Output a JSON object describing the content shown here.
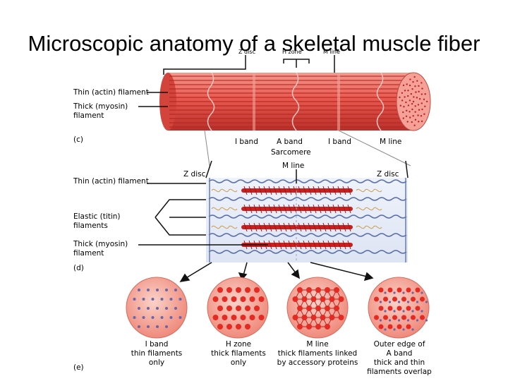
{
  "title": "Microscopic anatomy of a skeletal muscle fiber",
  "top_labels": {
    "z_disc": "Z disc",
    "h_zone": "H zone",
    "m_line": "M line"
  },
  "part_c": {
    "label": "(c)",
    "thin_filament": "Thin (actin) filament",
    "thick_filament": "Thick (myosin)\nfilament",
    "i_band_left": "I band",
    "a_band": "A band",
    "sarcomere": "Sarcomere",
    "i_band_right": "I band",
    "m_line": "M line"
  },
  "part_d": {
    "label": "(d)",
    "z_disc_left": "Z disc",
    "m_line": "M line",
    "z_disc_right": "Z disc",
    "thin_filament": "Thin (actin) filament",
    "elastic": "Elastic (titin)\nfilaments",
    "thick_filament": "Thick (myosin)\nfilament"
  },
  "part_e": {
    "label": "(e)",
    "captions": [
      "I band\nthin filaments\nonly",
      "H zone\nthick filaments\nonly",
      "M line\nthick filaments linked\nby accessory proteins",
      "Outer edge of\nA band\nthick and thin\nfilaments overlap"
    ]
  },
  "colors": {
    "muscle": "#e8584f",
    "myosin": "#c8201e",
    "actin": "#5a6fa8",
    "circle_fill": "#f3a596",
    "thick_dot": "#e32b23",
    "thin_dot": "#6a64a8",
    "titin": "#c99a4a"
  }
}
